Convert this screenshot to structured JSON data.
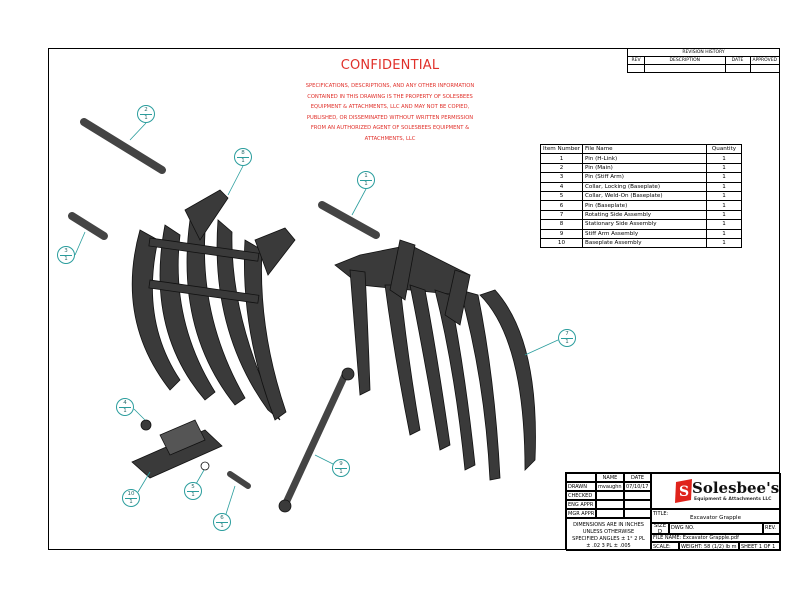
{
  "confidential": {
    "title": "CONFIDENTIAL",
    "notice": "SPECIFICATIONS, DESCRIPTIONS, AND ANY OTHER INFORMATION CONTAINED IN THIS DRAWING IS THE PROPERTY OF SOLESBEES EQUIPMENT & ATTACHMENTS, LLC AND MAY NOT BE COPIED, PUBLISHED, OR DISSEMINATED WITHOUT WRITTEN PERMISSION FROM AN AUTHORIZED AGENT OF SOLESBEES EQUIPMENT & ATTACHMENTS, LLC"
  },
  "revision_history": {
    "title": "REVISION HISTORY",
    "headers": [
      "REV",
      "DESCRIPTION",
      "DATE",
      "APPROVED"
    ]
  },
  "bom": {
    "headers": [
      "Item Number",
      "File Name",
      "Quantity"
    ],
    "rows": [
      {
        "item": "1",
        "name": "Pin (H-Link)",
        "qty": "1"
      },
      {
        "item": "2",
        "name": "Pin (Main)",
        "qty": "1"
      },
      {
        "item": "3",
        "name": "Pin (Stiff Arm)",
        "qty": "1"
      },
      {
        "item": "4",
        "name": "Collar, Locking (Baseplate)",
        "qty": "1"
      },
      {
        "item": "5",
        "name": "Collar, Weld-On (Baseplate)",
        "qty": "1"
      },
      {
        "item": "6",
        "name": "Pin (Baseplate)",
        "qty": "1"
      },
      {
        "item": "7",
        "name": "Rotating Side Assembly",
        "qty": "1"
      },
      {
        "item": "8",
        "name": "Stationary Side Assembly",
        "qty": "1"
      },
      {
        "item": "9",
        "name": "Stiff Arm Assembly",
        "qty": "1"
      },
      {
        "item": "10",
        "name": "Baseplate Assembly",
        "qty": "1"
      }
    ]
  },
  "balloons": [
    {
      "item": "2",
      "qty": "1"
    },
    {
      "item": "8",
      "qty": "1"
    },
    {
      "item": "1",
      "qty": "1"
    },
    {
      "item": "3",
      "qty": "1"
    },
    {
      "item": "7",
      "qty": "1"
    },
    {
      "item": "4",
      "qty": "1"
    },
    {
      "item": "9",
      "qty": "1"
    },
    {
      "item": "10",
      "qty": "1"
    },
    {
      "item": "5",
      "qty": "1"
    },
    {
      "item": "6",
      "qty": "1"
    }
  ],
  "title_block": {
    "name_hdr": "NAME",
    "date_hdr": "DATE",
    "drawn": "DRAWN",
    "drawn_name": "mvaughn",
    "drawn_date": "07/10/17",
    "checked": "CHECKED",
    "eng_appr": "ENG APPR",
    "mgr_appr": "MGR APPR",
    "dims_note": "DIMENSIONS ARE IN INCHES UNLESS OTHERWISE SPECIFIED ANGLES ± 1° 2 PL ± .02   3 PL ± .005",
    "title_label": "TITLE:",
    "title": "Excavator Grapple",
    "size_label": "SIZE",
    "size": "D",
    "dwg_no_label": "DWG NO.",
    "rev_label": "REV.",
    "file_name": "FILE NAME: Excavator Grapple.pdf",
    "scale_label": "SCALE:",
    "weight": "WEIGHT: 58 (1/2) lb m",
    "sheet": "SHEET 1 OF 1",
    "company": "Solesbee's",
    "company_sub": "Equipment & Attachments LLC"
  },
  "colors": {
    "confidential": "#e0302a",
    "balloon": "#2a9d9d",
    "logo_red": "#e0231b"
  }
}
